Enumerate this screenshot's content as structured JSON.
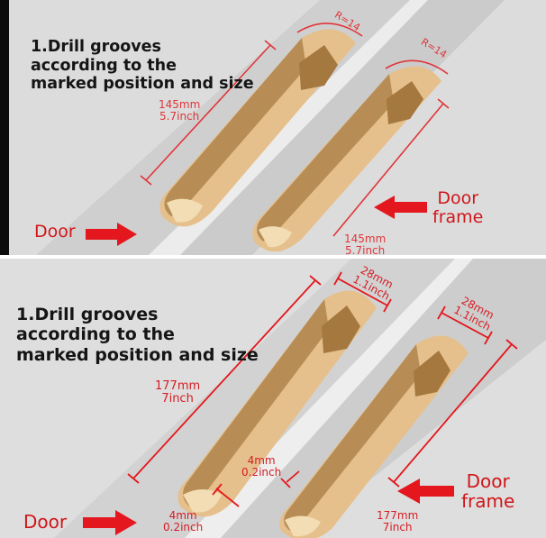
{
  "panel1": {
    "title_lines": [
      "1.Drill grooves",
      "according to the",
      "marked position and size"
    ],
    "radius_labels": [
      "R=14",
      "R=14"
    ],
    "length_mm": "145mm",
    "length_inch": "5.7inch",
    "length2_mm": "145mm",
    "length2_inch": "5.7inch",
    "door_label": "Door",
    "frame_label_1": "Door",
    "frame_label_2": "frame"
  },
  "panel2": {
    "title_lines": [
      "1.Drill grooves",
      "according to the",
      "marked position and size"
    ],
    "width_mm_1": "28mm",
    "width_inch_1": "1.1inch",
    "width_mm_2": "28mm",
    "width_inch_2": "1.1inch",
    "length_mm": "177mm",
    "length_inch": "7inch",
    "gap_mm": "4mm",
    "gap_inch": "0.2inch",
    "edge_mm": "4mm",
    "edge_inch": "0.2inch",
    "length2_mm": "177mm",
    "length2_inch": "7inch",
    "door_label": "Door",
    "frame_label_1": "Door",
    "frame_label_2": "frame"
  },
  "colors": {
    "accent_red": "#e3171d",
    "dimension_red": "#e0353a",
    "wood": "#e6c493",
    "panel_gray": "#d9d9d9",
    "board_gray": "#cfcfcf"
  }
}
